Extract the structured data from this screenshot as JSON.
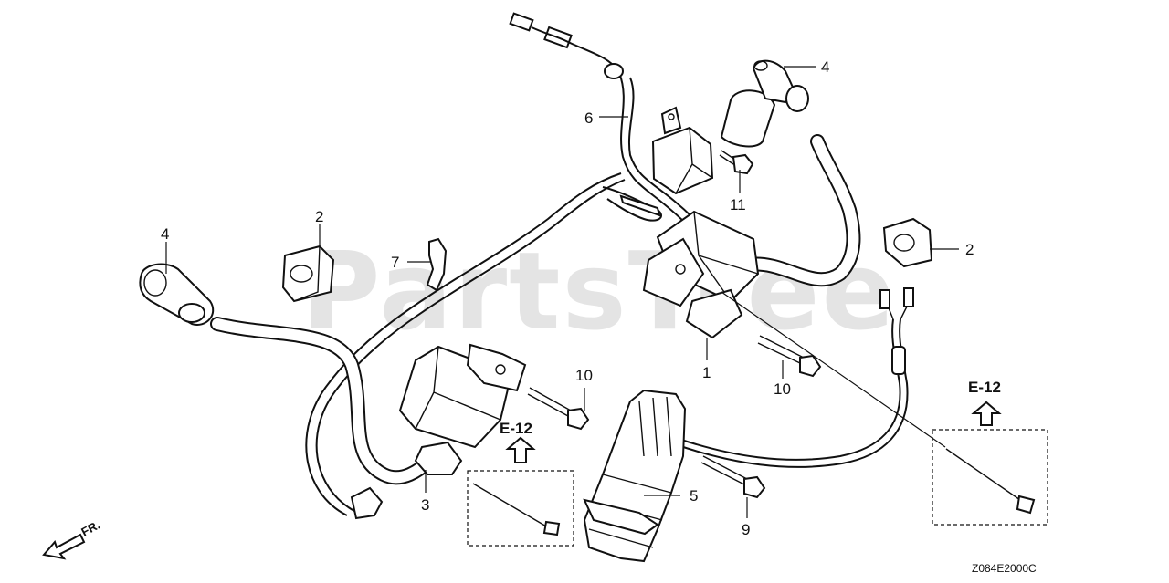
{
  "watermark": "PartsTree",
  "callouts": {
    "c1": "1",
    "c2_left": "2",
    "c2_right": "2",
    "c3": "3",
    "c4_left": "4",
    "c4_top": "4",
    "c5": "5",
    "c6": "6",
    "c7": "7",
    "c9": "9",
    "c10_left": "10",
    "c10_right": "10",
    "c11": "11"
  },
  "references": {
    "ref_left": "E-12",
    "ref_right": "E-12"
  },
  "direction_label": "FR.",
  "diagram_code": "Z084E2000C"
}
